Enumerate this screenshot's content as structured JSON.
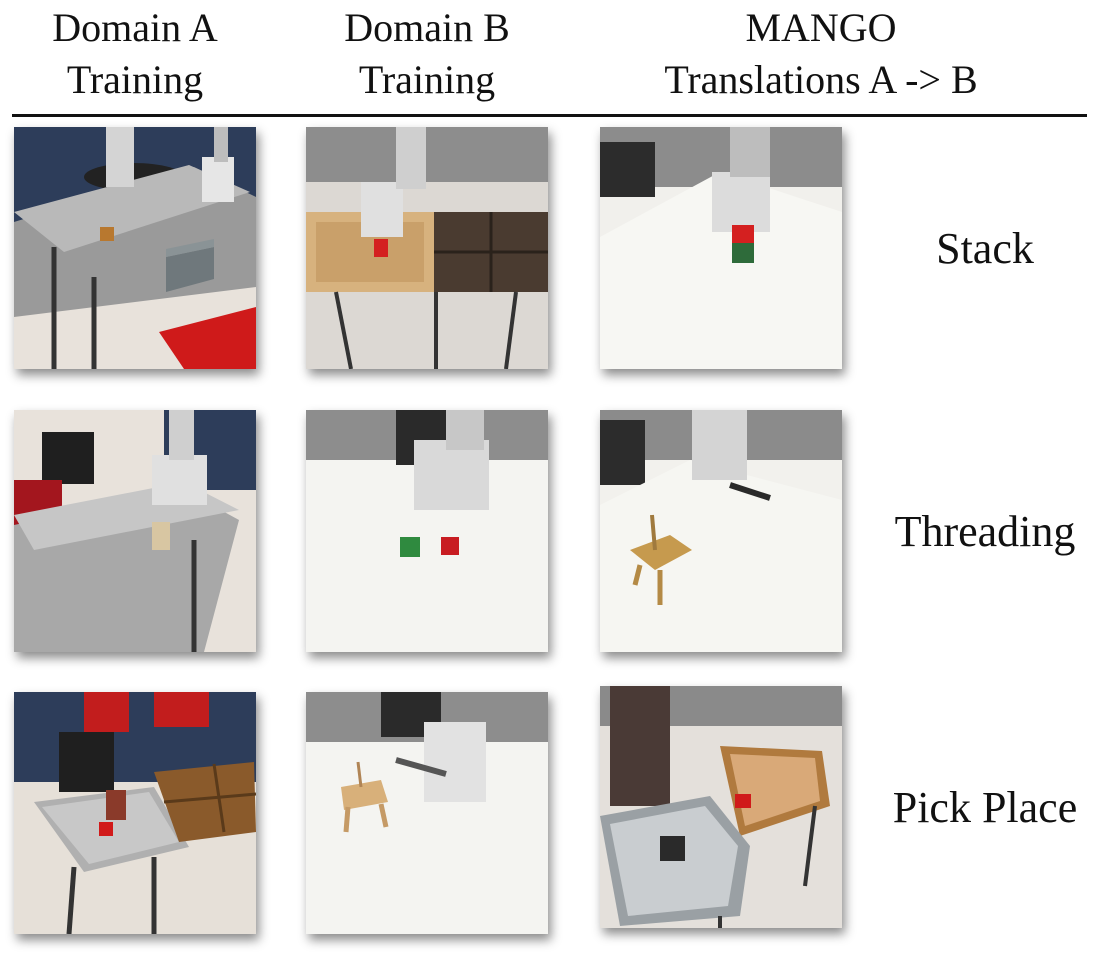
{
  "columns": [
    {
      "line1": "Domain A",
      "line2": "Training"
    },
    {
      "line1": "Domain B",
      "line2": "Training"
    },
    {
      "line1": "MANGO",
      "line2": "Translations A -> B"
    }
  ],
  "rows": [
    {
      "label": "Stack"
    },
    {
      "label": "Threading"
    },
    {
      "label": "Pick Place"
    }
  ]
}
